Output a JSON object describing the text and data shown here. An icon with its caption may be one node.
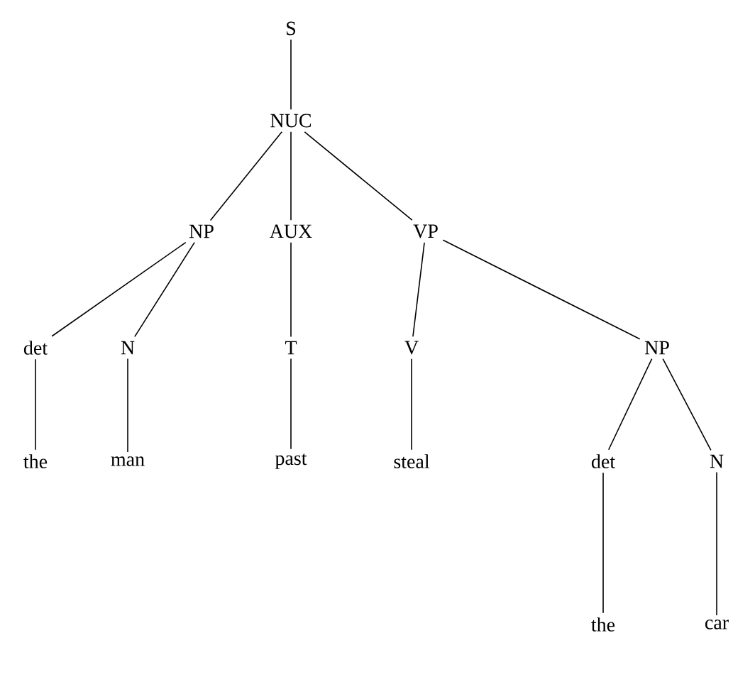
{
  "diagram": {
    "nodes": [
      {
        "text": [
          "S"
        ]
      },
      {
        "text": [
          "NUC"
        ]
      },
      {
        "text": [
          "NP"
        ]
      },
      {
        "text": [
          "AUX"
        ]
      },
      {
        "text": [
          "VP"
        ]
      },
      {
        "text": [
          "det"
        ]
      },
      {
        "text": [
          "N"
        ]
      },
      {
        "text": [
          "T"
        ]
      },
      {
        "text": [
          "V"
        ]
      },
      {
        "text": [
          "NP"
        ]
      },
      {
        "text": [
          "the"
        ]
      },
      {
        "text": [
          "man"
        ]
      },
      {
        "text": [
          "past"
        ]
      },
      {
        "text": [
          "steal"
        ]
      },
      {
        "text": [
          "det"
        ]
      },
      {
        "text": [
          "N"
        ]
      },
      {
        "text": [
          "the"
        ]
      },
      {
        "text": [
          "car"
        ]
      }
    ],
    "edges": [
      {
        "from": 0,
        "to": 1,
        "arrow": "none"
      },
      {
        "from": 1,
        "to": 2,
        "arrow": "none"
      },
      {
        "from": 1,
        "to": 3,
        "arrow": "none"
      },
      {
        "from": 1,
        "to": 4,
        "arrow": "none"
      },
      {
        "from": 2,
        "to": 5,
        "arrow": "none"
      },
      {
        "from": 2,
        "to": 6,
        "arrow": "none"
      },
      {
        "from": 3,
        "to": 7,
        "arrow": "none"
      },
      {
        "from": 4,
        "to": 8,
        "arrow": "none"
      },
      {
        "from": 4,
        "to": 9,
        "arrow": "none"
      },
      {
        "from": 5,
        "to": 10,
        "arrow": "none"
      },
      {
        "from": 6,
        "to": 11,
        "arrow": "none"
      },
      {
        "from": 7,
        "to": 12,
        "arrow": "none"
      },
      {
        "from": 8,
        "to": 13,
        "arrow": "none"
      },
      {
        "from": 9,
        "to": 14,
        "arrow": "none"
      },
      {
        "from": 9,
        "to": 15,
        "arrow": "none"
      },
      {
        "from": 14,
        "to": 16,
        "arrow": "none"
      },
      {
        "from": 15,
        "to": 17,
        "arrow": "none"
      }
    ]
  }
}
